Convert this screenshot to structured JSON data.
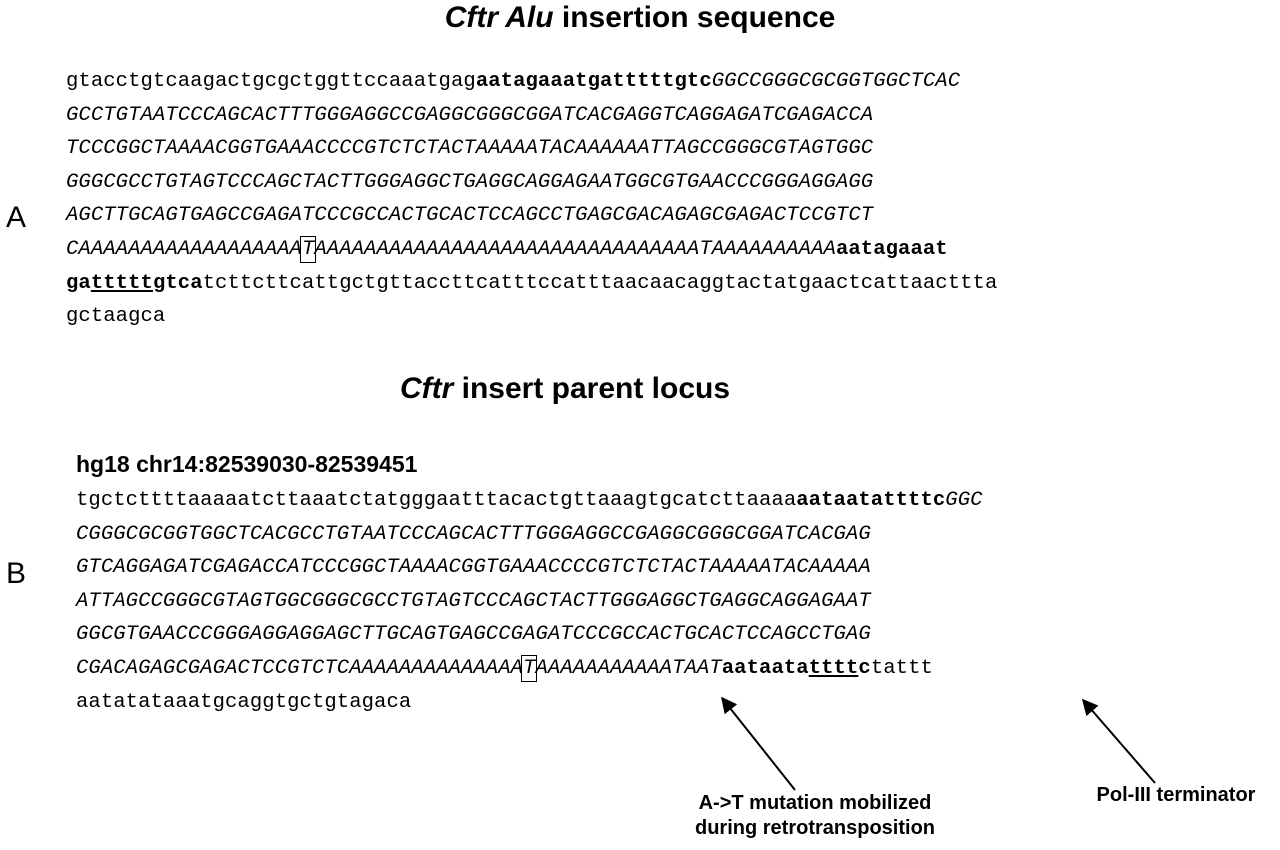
{
  "panel_a": {
    "label": "A",
    "title_italic": "Cftr Alu",
    "title_rest": " insertion sequence",
    "lines": [
      [
        [
          "n",
          "gtacctgtcaagactgcgctggttccaaatgag"
        ],
        [
          "b",
          "aatagaaatgatttttgtc"
        ],
        [
          "i",
          "GGCCGGGCGCGGTGGCTCAC"
        ]
      ],
      [
        [
          "i",
          "GCCTGTAATCCCAGCACTTTGGGAGGCCGAGGCGGGCGGATCACGAGGTCAGGAGATCGAGACCA"
        ]
      ],
      [
        [
          "i",
          "TCCCGGCTAAAACGGTGAAACCCCGTCTCTACTAAAAATACAAAAAATTAGCCGGGCGTAGTGGC"
        ]
      ],
      [
        [
          "i",
          "GGGCGCCTGTAGTCCCAGCTACTTGGGAGGCTGAGGCAGGAGAATGGCGTGAACCCGGGAGGAGG"
        ]
      ],
      [
        [
          "i",
          "AGCTTGCAGTGAGCCGAGATCCCGCCACTGCACTCCAGCCTGAGCGACAGAGCGAGACTCCGTCT"
        ]
      ],
      [
        [
          "i",
          "CAAAAAAAAAAAAAAAAAA"
        ],
        [
          "box",
          "T"
        ],
        [
          "i",
          "AAAAAAAAAAAAAAAAAAAAAAAAAAAAAAATAAAAAAAAAA"
        ],
        [
          "b",
          "aatagaaat"
        ]
      ],
      [
        [
          "b",
          "ga"
        ],
        [
          "bu",
          "ttttt"
        ],
        [
          "b",
          "gtca"
        ],
        [
          "n",
          "tcttcttcattgctgttaccttcatttccatttaacaacaggtactatgaactcattaacttta"
        ]
      ],
      [
        [
          "n",
          "gctaagca"
        ]
      ]
    ]
  },
  "panel_b": {
    "label": "B",
    "title_italic": "Cftr",
    "title_rest": " insert parent locus",
    "coordinates": "hg18 chr14:82539030-82539451",
    "lines": [
      [
        [
          "n",
          "tgctcttttaaaaatcttaaatctatgggaatttacactgttaaagtgcatcttaaaa"
        ],
        [
          "b",
          "aataatattttc"
        ],
        [
          "i",
          "GGC"
        ]
      ],
      [
        [
          "i",
          "CGGGCGCGGTGGCTCACGCCTGTAATCCCAGCACTTTGGGAGGCCGAGGCGGGCGGATCACGAG"
        ]
      ],
      [
        [
          "i",
          "GTCAGGAGATCGAGACCATCCCGGCTAAAACGGTGAAACCCCGTCTCTACTAAAAATACAAAAA"
        ]
      ],
      [
        [
          "i",
          "ATTAGCCGGGCGTAGTGGCGGGCGCCTGTAGTCCCAGCTACTTGGGAGGCTGAGGCAGGAGAAT"
        ]
      ],
      [
        [
          "i",
          "GGCGTGAACCCGGGAGGAGGAGCTTGCAGTGAGCCGAGATCCCGCCACTGCACTCCAGCCTGAG"
        ]
      ],
      [
        [
          "i",
          "CGACAGAGCGAGACTCCGTCTCAAAAAAAAAAAAAA"
        ],
        [
          "box",
          "T"
        ],
        [
          "i",
          "AAAAAAAAAAATAAT"
        ],
        [
          "b",
          "aataata"
        ],
        [
          "bu",
          "tttt"
        ],
        [
          "b",
          "c"
        ],
        [
          "n",
          "tattt"
        ]
      ],
      [
        [
          "n",
          "aatatataaatgcaggtgctgtagaca"
        ]
      ]
    ]
  },
  "annotations": {
    "mutation_line1": "A->T mutation mobilized",
    "mutation_line2": "during retrotransposition",
    "terminator": "Pol-III terminator"
  }
}
